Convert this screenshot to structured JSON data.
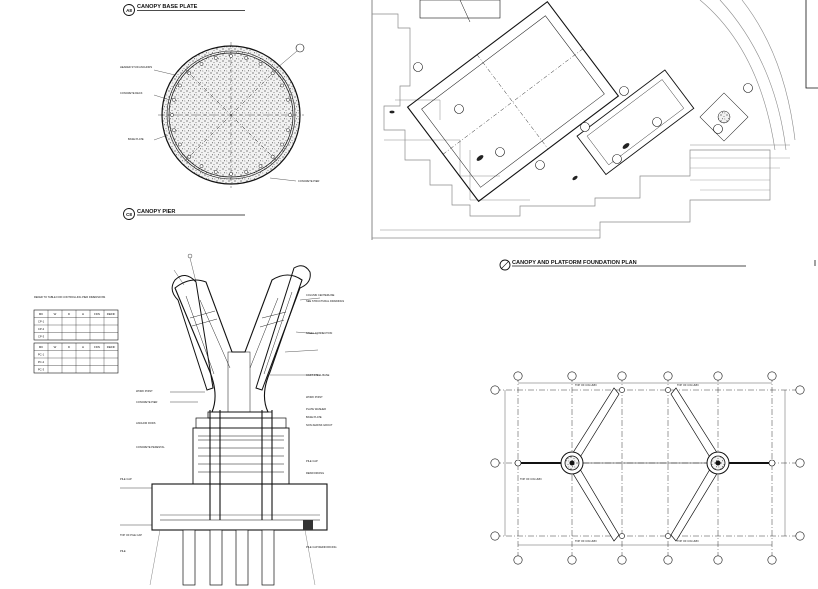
{
  "titles": {
    "a8": {
      "tag": "A8",
      "title": "CANOPY BASE PLATE"
    },
    "c8": {
      "tag": "C8",
      "title": "CANOPY PIER"
    },
    "plan": {
      "tag": "",
      "title": "CANOPY AND PLATFORM FOUNDATION PLAN"
    }
  },
  "base_plate_notes": [
    "HEADED STUD ANCHORS",
    "CONCRETE DECK",
    "BASE PLATE",
    "CONCRETE PIER"
  ],
  "pier_notes": {
    "right": [
      "COLUMN CENTERLINE",
      "SEE STRUCTURAL DRAWINGS",
      "STEEL CONNECTION",
      "CAST STEEL BASE",
      "WORK POINT",
      "PLATE WASHER",
      "BASE PLATE",
      "NON-SHRINK GROUT",
      "PILE CAP",
      "REINFORCING",
      "PILE CAP REINFORCING"
    ],
    "left": [
      "WORK POINT",
      "CONCRETE PIER",
      "ANCHOR RODS",
      "CONCRETE PEDESTAL",
      "PILE CAP",
      "TOP OF PILE CAP",
      "PILE"
    ]
  },
  "table": {
    "note": "REFER TO TABLE FOR CONTROLLING PIER DIMENSIONS",
    "headers": [
      "MK",
      "W",
      "D",
      "H",
      "FDN",
      "REINF"
    ],
    "rows_a": [
      [
        "CP-1",
        "",
        "",
        "",
        "",
        ""
      ],
      [
        "CP-2",
        "",
        "",
        "",
        "",
        ""
      ],
      [
        "CP-3",
        "",
        "",
        "",
        "",
        ""
      ]
    ],
    "rows_b": [
      [
        "PC-1",
        "",
        "",
        "",
        "",
        ""
      ],
      [
        "PC-2",
        "",
        "",
        "",
        "",
        ""
      ],
      [
        "PC-3",
        "",
        "",
        "",
        "",
        ""
      ]
    ]
  },
  "plan_labels": {
    "top_col": "TOP OF COLUMN",
    "bot_col": "TOP OF COLUMN",
    "grid_left": [
      "",
      "",
      ""
    ],
    "grid_top": [
      "",
      "",
      "",
      "",
      "",
      "",
      "",
      ""
    ]
  }
}
